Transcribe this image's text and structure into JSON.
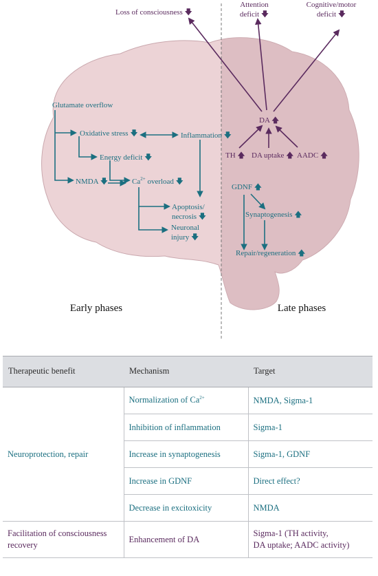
{
  "diagram": {
    "early": {
      "glutamate": "Glutamate overflow",
      "oxidative": "Oxidative stress",
      "inflammation": "Inflammation",
      "energy": "Energy deficit",
      "nmda": "NMDA",
      "ca_prefix": "Ca",
      "ca_sup": "2+",
      "ca_suffix": " overload",
      "apoptosis_line1": "Apoptosis/",
      "apoptosis_line2": "necrosis",
      "neuronal_line1": "Neuronal",
      "neuronal_line2": "injury"
    },
    "late": {
      "da": "DA",
      "th": "TH",
      "da_uptake": "DA uptake",
      "aadc": "AADC",
      "gdnf": "GDNF",
      "synaptogenesis": "Synaptogenesis",
      "repair": "Repair/regeneration"
    },
    "outcomes": {
      "consciousness": "Loss of consciousness",
      "attention_line1": "Attention",
      "attention_line2": "deficit",
      "cognitive_line1": "Cognitive/motor",
      "cognitive_line2": "deficit"
    },
    "phases": {
      "early": "Early phases",
      "late": "Late phases"
    },
    "arrow_down": "🡇",
    "arrow_up": "🡅",
    "colors": {
      "teal": "#1b6f80",
      "purple": "#5a2a5e",
      "brain_fill": "#ecd3d6",
      "brain_shade": "#d5b2b8"
    }
  },
  "table": {
    "headers": [
      "Therapeutic benefit",
      "Mechanism",
      "Target"
    ],
    "group1": {
      "benefit": "Neuroprotection, repair",
      "rows": [
        {
          "mechanism": "Normalization of Ca",
          "mechanism_sup": "2+",
          "target": "NMDA, Sigma-1"
        },
        {
          "mechanism": "Inhibition of inflammation",
          "mechanism_sup": "",
          "target": "Sigma-1"
        },
        {
          "mechanism": "Increase in synaptogenesis",
          "mechanism_sup": "",
          "target": "Sigma-1, GDNF"
        },
        {
          "mechanism": "Increase in GDNF",
          "mechanism_sup": "",
          "target": "Direct effect?"
        },
        {
          "mechanism": "Decrease in excitoxicity",
          "mechanism_sup": "",
          "target": "NMDA"
        }
      ]
    },
    "group2": {
      "benefit_line1": "Facilitation of consciousness",
      "benefit_line2": "recovery",
      "mechanism": "Enhancement of DA",
      "target_line1": "Sigma-1 (TH activity,",
      "target_line2": "DA uptake; AADC activity)"
    }
  }
}
